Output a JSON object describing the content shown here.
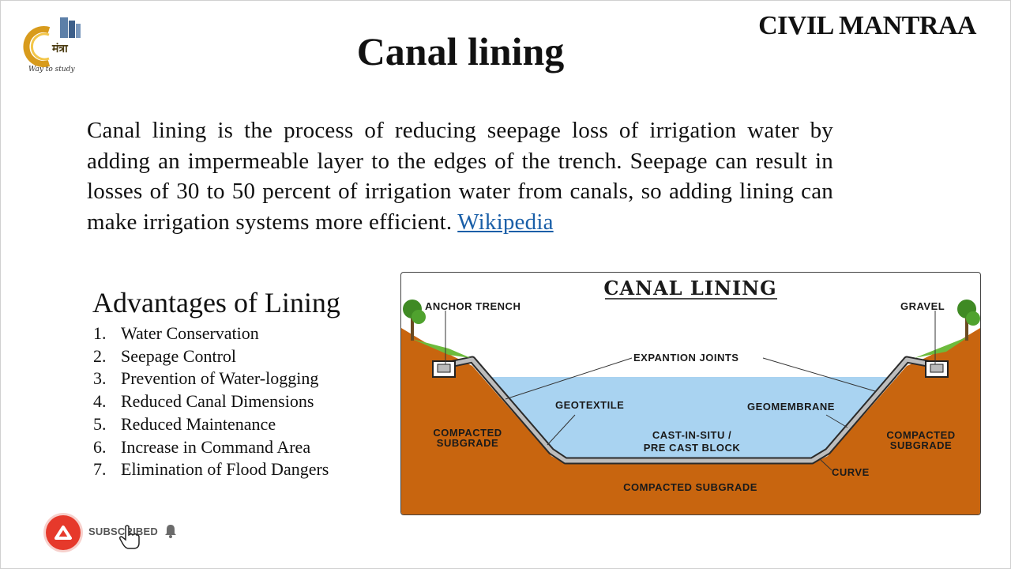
{
  "header": {
    "brand": "CIVIL MANTRAA",
    "title": "Canal lining",
    "logo_text": "Way to study"
  },
  "intro": {
    "text": "Canal lining is the process of reducing seepage loss of irrigation water by adding an impermeable layer to the edges of the trench. Seepage can result in losses of 30 to 50 percent of irrigation water from canals, so adding lining can make irrigation systems more efficient.",
    "link_label": "Wikipedia"
  },
  "advantages": {
    "title": "Advantages of Lining",
    "items": [
      {
        "num": "1.",
        "label": "Water Conservation"
      },
      {
        "num": "2.",
        "label": "Seepage Control"
      },
      {
        "num": "3.",
        "label": "Prevention of Water-logging"
      },
      {
        "num": "4.",
        "label": "Reduced Canal Dimensions"
      },
      {
        "num": "5.",
        "label": "Reduced Maintenance"
      },
      {
        "num": "6.",
        "label": "Increase in Command Area"
      },
      {
        "num": "7.",
        "label": "Elimination of Flood Dangers"
      }
    ]
  },
  "diagram": {
    "title": "CANAL LINING",
    "anchor_trench": "ANCHOR TRENCH",
    "gravel": "GRAVEL",
    "expansion_joints": "EXPANTION JOINTS",
    "geotextile": "GEOTEXTILE",
    "geomembrane": "GEOMEMBRANE",
    "cast_line1": "CAST-IN-SITU /",
    "cast_line2": "PRE CAST BLOCK",
    "compacted_left_1": "COMPACTED",
    "compacted_left_2": "SUBGRADE",
    "compacted_right_1": "COMPACTED",
    "compacted_right_2": "SUBGRADE",
    "curve": "CURVE",
    "compacted_bottom": "COMPACTED SUBGRADE",
    "colors": {
      "soil": "#c8650f",
      "water": "#a9d3f1",
      "lining": "#b9b9b9",
      "grass": "#6dbb3c"
    }
  },
  "subscribe": {
    "label": "SUBSCRIBED"
  }
}
